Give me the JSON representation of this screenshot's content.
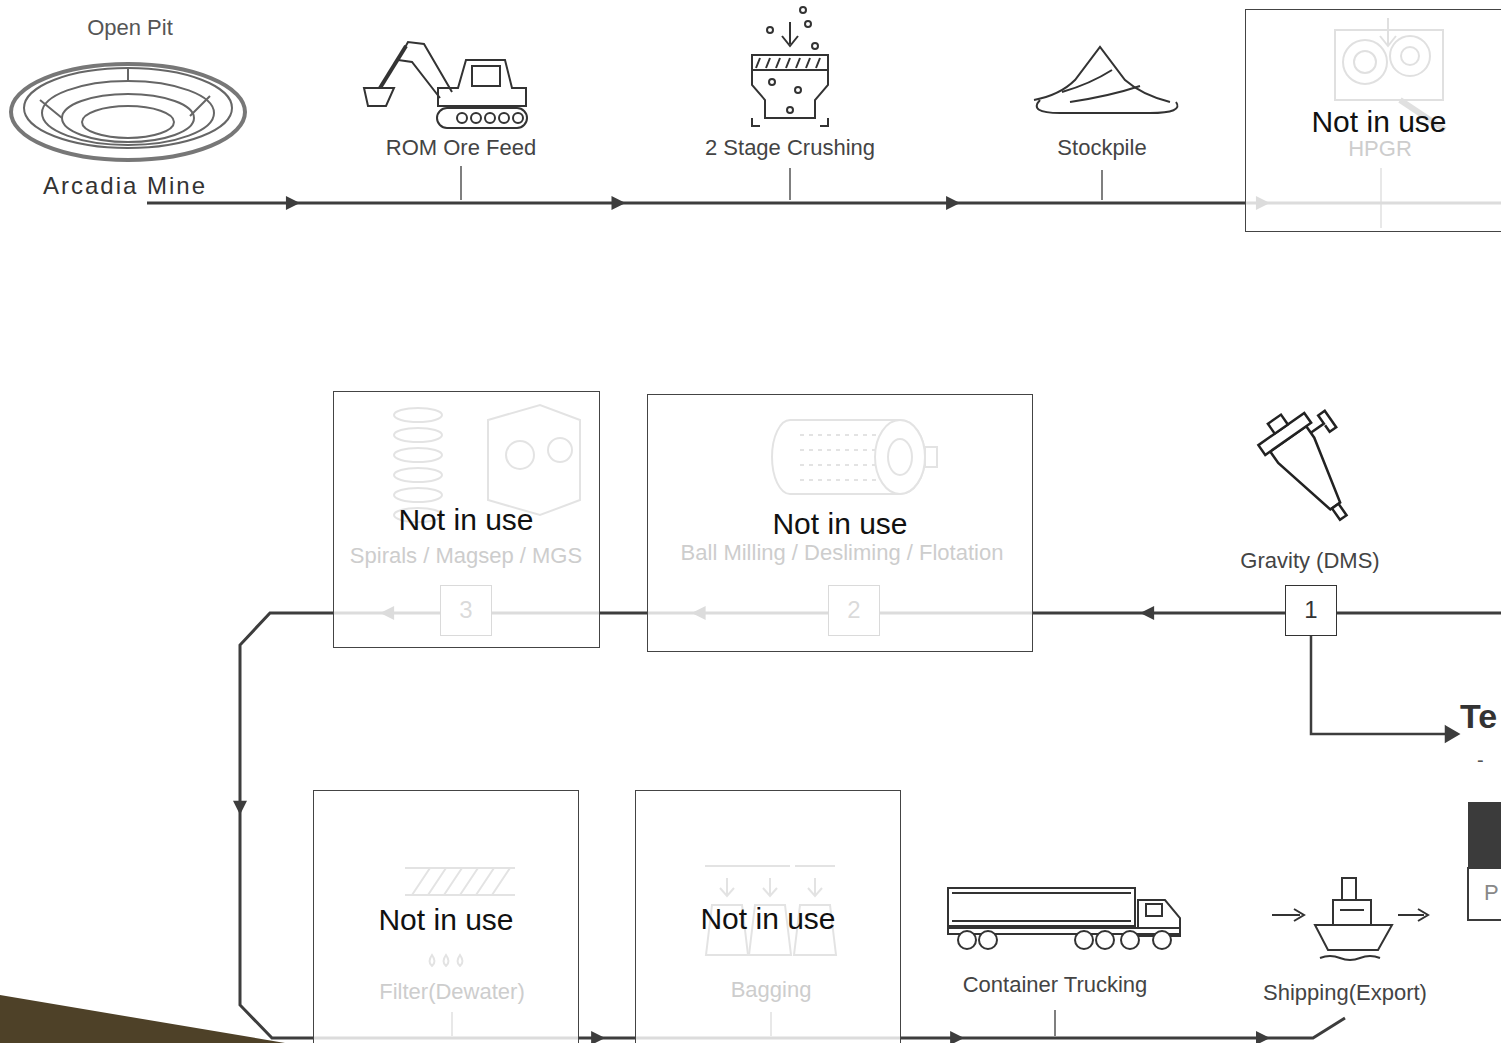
{
  "diagram": {
    "nodes": [
      {
        "text": [
          "Open Pit",
          "Arcadia Mine"
        ]
      },
      {
        "text": [
          "ROM Ore Feed"
        ]
      },
      {
        "text": [
          "2 Stage Crushing"
        ]
      },
      {
        "text": [
          "Stockpile"
        ]
      },
      {
        "text": [
          "Not in use"
        ]
      },
      {
        "text": [
          "HPGR"
        ],
        "in": 4
      },
      {
        "text": [
          "Not in use"
        ]
      },
      {
        "text": [
          "Spirals / Magsep / MGS"
        ],
        "in": 6
      },
      {
        "text": [
          "Not in use"
        ]
      },
      {
        "text": [
          "Ball Milling / Desliming / Flotation"
        ],
        "in": 8
      },
      {
        "text": [
          "Gravity (DMS)"
        ]
      },
      {
        "text": [
          "Not in use"
        ]
      },
      {
        "text": [
          "Filter(Dewater)"
        ],
        "in": 11
      },
      {
        "text": [
          "Not in use"
        ]
      },
      {
        "text": [
          "Bagging"
        ],
        "in": 13
      },
      {
        "text": [
          "Container Trucking"
        ]
      },
      {
        "text": [
          "Shipping(Export)"
        ]
      }
    ],
    "edges": [
      {
        "from": 0,
        "to": 1,
        "arrow": "to"
      },
      {
        "from": 1,
        "to": 2,
        "arrow": "to"
      },
      {
        "from": 2,
        "to": 3,
        "arrow": "to"
      },
      {
        "from": 3,
        "to": 5,
        "arrow": "to"
      },
      {
        "from": 5,
        "to": 10,
        "arrow": "none"
      },
      {
        "from": 10,
        "to": 9,
        "arrow": "to"
      },
      {
        "from": 9,
        "to": 7,
        "arrow": "to"
      },
      {
        "from": 7,
        "to": 12,
        "arrow": "to"
      },
      {
        "from": 12,
        "to": 14,
        "arrow": "to"
      },
      {
        "from": 14,
        "to": 15,
        "arrow": "to"
      },
      {
        "from": 15,
        "to": 16,
        "arrow": "to"
      }
    ],
    "labels": [
      "1",
      "2",
      "3",
      "Te",
      "-",
      "P"
    ]
  }
}
